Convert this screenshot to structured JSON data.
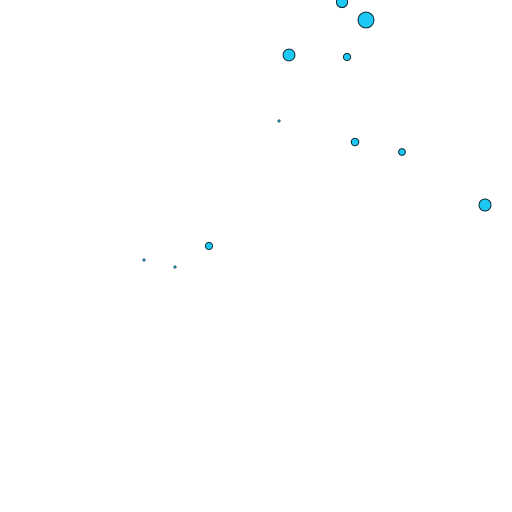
{
  "map": {
    "style": {
      "background": "#ffffff",
      "marker_fill": "#1ec8f4",
      "marker_stroke": "#0a2a33"
    },
    "markers": [
      {
        "id": "m1",
        "magnitude": 5.6
      },
      {
        "id": "m2",
        "magnitude": 7.9
      },
      {
        "id": "m3",
        "magnitude": 5.9
      },
      {
        "id": "m4",
        "magnitude": 3.6
      },
      {
        "id": "m5",
        "magnitude": 0.8
      },
      {
        "id": "m6",
        "magnitude": 3.8
      },
      {
        "id": "m7",
        "magnitude": 3.4
      },
      {
        "id": "m8",
        "magnitude": 6.0
      },
      {
        "id": "m9",
        "magnitude": 3.6
      },
      {
        "id": "m10",
        "magnitude": 0.8
      },
      {
        "id": "m11",
        "magnitude": 0.8
      }
    ]
  }
}
